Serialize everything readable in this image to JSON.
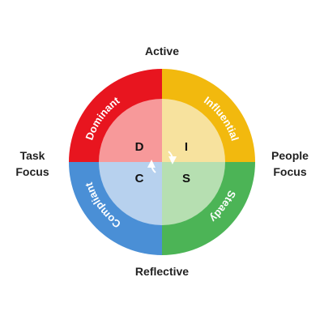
{
  "axes": {
    "top": "Active",
    "bottom": "Reflective",
    "left_line1": "Task",
    "left_line2": "Focus",
    "right_line1": "People",
    "right_line2": "Focus"
  },
  "quadrants": {
    "dominant": {
      "name": "Dominant",
      "letter": "D",
      "outer_color": "#e8151f",
      "inner_color": "#f7999a"
    },
    "influential": {
      "name": "Influential",
      "letter": "I",
      "outer_color": "#f2b90e",
      "inner_color": "#f7e29e"
    },
    "steady": {
      "name": "Steady",
      "letter": "S",
      "outer_color": "#4cb456",
      "inner_color": "#b6dfb1"
    },
    "compliant": {
      "name": "Compliant",
      "letter": "C",
      "outer_color": "#4a8fd6",
      "inner_color": "#b7d1ee"
    }
  }
}
